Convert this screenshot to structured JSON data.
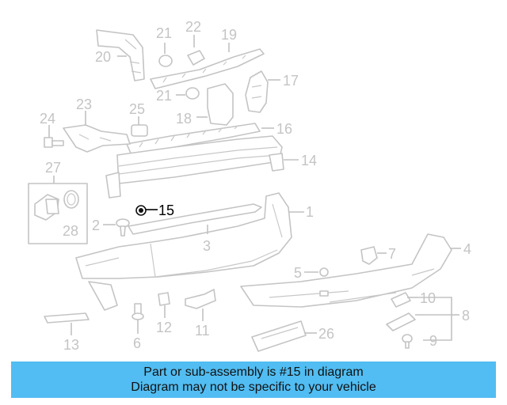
{
  "diagram": {
    "highlighted_part": "15",
    "callouts": {
      "c1": "1",
      "c2": "2",
      "c3": "3",
      "c4": "4",
      "c5": "5",
      "c6": "6",
      "c7": "7",
      "c8": "8",
      "c9": "9",
      "c10": "10",
      "c11": "11",
      "c12": "12",
      "c13": "13",
      "c14": "14",
      "c15": "15",
      "c16": "16",
      "c17": "17",
      "c18": "18",
      "c19": "19",
      "c20": "20",
      "c21a": "21",
      "c21b": "21",
      "c22": "22",
      "c23": "23",
      "c24": "24",
      "c25": "25",
      "c26": "26",
      "c27": "27",
      "c28": "28"
    },
    "colors": {
      "line": "#c4c4c4",
      "highlight": "#000000",
      "banner": "#51bdf2"
    }
  },
  "banner": {
    "line1": "Part or sub-assembly is #15 in diagram",
    "line2": "Diagram may not be specific to your vehicle"
  }
}
